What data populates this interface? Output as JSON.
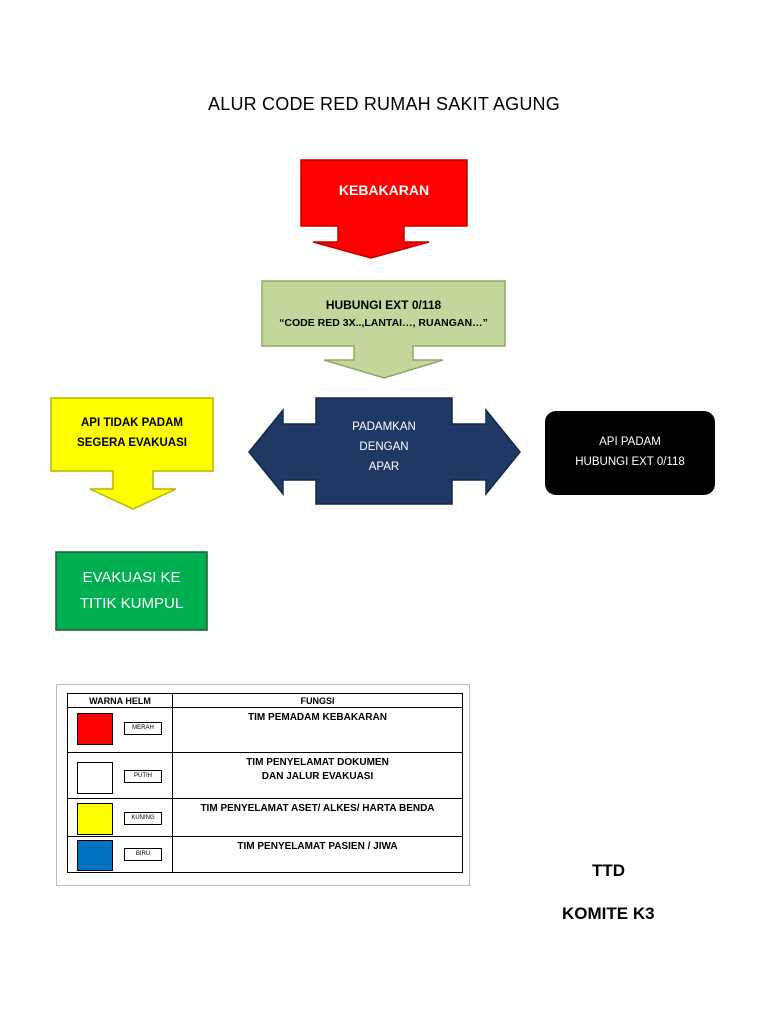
{
  "title": "ALUR CODE RED RUMAH SAKIT AGUNG",
  "colors": {
    "red": "#ff0000",
    "green_light": "#c3d69b",
    "yellow": "#ffff00",
    "navy": "#1f3864",
    "black": "#000000",
    "green": "#00b050",
    "blue": "#0070c0"
  },
  "flow": {
    "kebakaran": "KEBAKARAN",
    "hubungi_line1": "HUBUNGI EXT 0/118",
    "hubungi_line2": "“CODE RED 3X..,LANTAI…, RUANGAN…”",
    "padamkan_line1": "PADAMKAN",
    "padamkan_line2": "DENGAN",
    "padamkan_line3": "APAR",
    "api_tidak_line1": "API TIDAK PADAM",
    "api_tidak_line2": "SEGERA EVAKUASI",
    "api_padam_line1": "API PADAM",
    "api_padam_line2": "HUBUNGI EXT 0/118",
    "evakuasi_line1": "EVAKUASI KE",
    "evakuasi_line2": "TITIK KUMPUL"
  },
  "legend": {
    "header_helm": "WARNA HELM",
    "header_fungsi": "FUNGSI",
    "rows": [
      {
        "color_name": "MERAH",
        "color": "#ff0000",
        "fungsi_line1": "TIM PEMADAM KEBAKARAN",
        "fungsi_line2": ""
      },
      {
        "color_name": "PUTIH",
        "color": "#ffffff",
        "fungsi_line1": "TIM PENYELAMAT DOKUMEN",
        "fungsi_line2": "DAN JALUR EVAKUASI"
      },
      {
        "color_name": "KUNING",
        "color": "#ffff00",
        "fungsi_line1": "TIM PENYELAMAT ASET/ ALKES/ HARTA BENDA",
        "fungsi_line2": ""
      },
      {
        "color_name": "BIRU",
        "color": "#0070c0",
        "fungsi_line1": "TIM PENYELAMAT PASIEN / JIWA",
        "fungsi_line2": ""
      }
    ]
  },
  "signature": {
    "ttd": "TTD",
    "komite": "KOMITE K3"
  }
}
